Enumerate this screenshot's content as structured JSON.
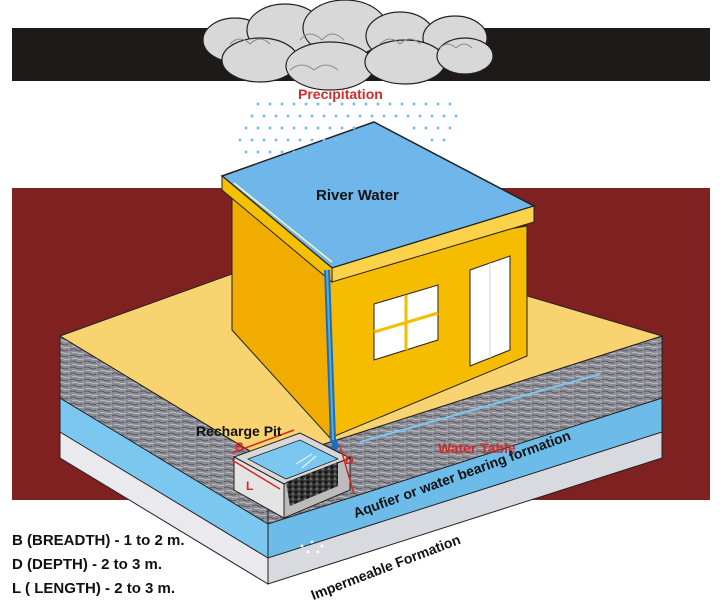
{
  "labels": {
    "precipitation": "Precipitation",
    "river_water": "River Water",
    "recharge_pit": "Recharge Pit",
    "b": "B",
    "l": "L",
    "d": "D",
    "water_table": "Water Table",
    "aquifer": "Aqufier or water bearing formation",
    "impermeable": "Impermeable Formation"
  },
  "legend": [
    "B (BREADTH) - 1 to 2 m.",
    "D (DEPTH) - 2 to 3 m.",
    "L ( LENGTH) - 2 to 3 m."
  ],
  "colors": {
    "sky_band": "#1e1a1a",
    "maroon_band": "#7f2121",
    "ground_top": "#f9d36f",
    "house_wall_front": "#f5b800",
    "house_wall_side": "#e8a700",
    "roof": "#6fb7ea",
    "aquifer": "#7cc7f0",
    "accent_red": "#d12a27"
  }
}
